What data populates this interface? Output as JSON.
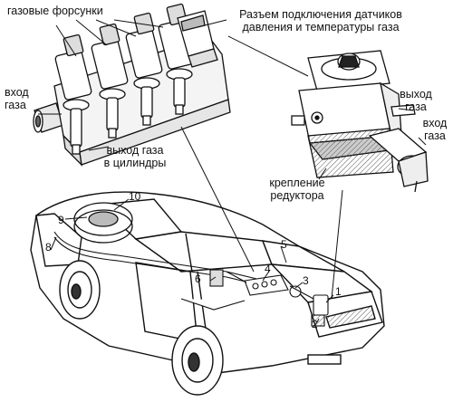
{
  "labels": {
    "injectors": "газовые форсунки",
    "connector_line1": "Разъем подключения датчиков",
    "connector_line2": "давления и температуры газа",
    "gas_in_left_1": "вход",
    "gas_in_left_2": "газа",
    "gas_out_cyl_1": "выход газа",
    "gas_out_cyl_2": "в цилиндры",
    "gas_out_right_1": "выход",
    "gas_out_right_2": "газа",
    "gas_in_right_1": "вход",
    "gas_in_right_2": "газа",
    "mount_1": "крепление",
    "mount_2": "редуктора"
  },
  "callouts": [
    "1",
    "2",
    "3",
    "4",
    "5",
    "6",
    "8",
    "9",
    "10"
  ],
  "colors": {
    "ink": "#111111",
    "paper": "#ffffff",
    "shade": "#bdbdbd"
  }
}
